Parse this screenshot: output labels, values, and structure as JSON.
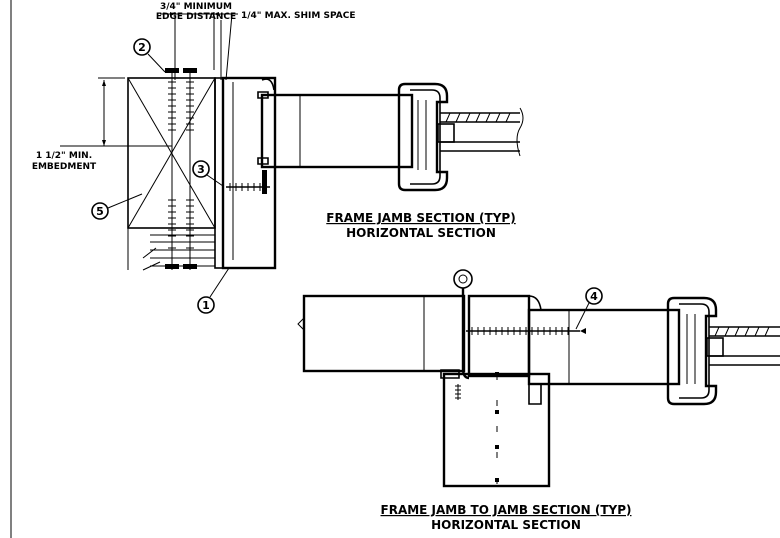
{
  "labels": {
    "edge_distance_line1": "3/4\" MINIMUM",
    "edge_distance_line2": "EDGE DISTANCE",
    "shim_space": "1/4\" MAX. SHIM SPACE",
    "embedment_line1": "1 1/2\" MIN.",
    "embedment_line2": "EMBEDMENT"
  },
  "callouts": {
    "c1": "1",
    "c2": "2",
    "c3": "3",
    "c4": "4",
    "c5": "5"
  },
  "captions": {
    "section1_title": "FRAME JAMB SECTION (TYP)",
    "section1_sub": "HORIZONTAL SECTION",
    "section2_title": "FRAME JAMB TO JAMB SECTION (TYP)",
    "section2_sub": "HORIZONTAL SECTION"
  }
}
